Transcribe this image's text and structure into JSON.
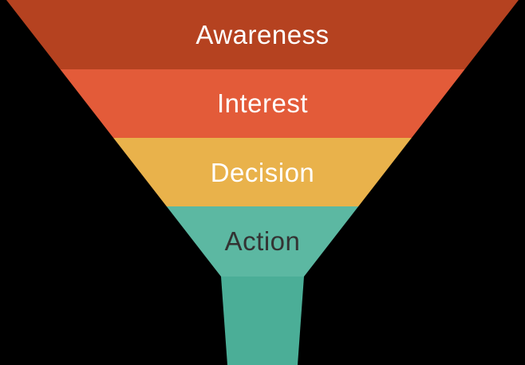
{
  "diagram": {
    "type": "funnel",
    "background_color": "#000000",
    "stages": [
      {
        "label": "Awareness",
        "color": "#B54220",
        "text_color": "#FFFFFF"
      },
      {
        "label": "Interest",
        "color": "#E35B39",
        "text_color": "#FFFFFF"
      },
      {
        "label": "Decision",
        "color": "#E9B24B",
        "text_color": "#FFFFFF"
      },
      {
        "label": "Action",
        "color": "#5CB8A2",
        "text_color": "#333333"
      }
    ],
    "spout": {
      "color": "#4BAE97"
    }
  }
}
